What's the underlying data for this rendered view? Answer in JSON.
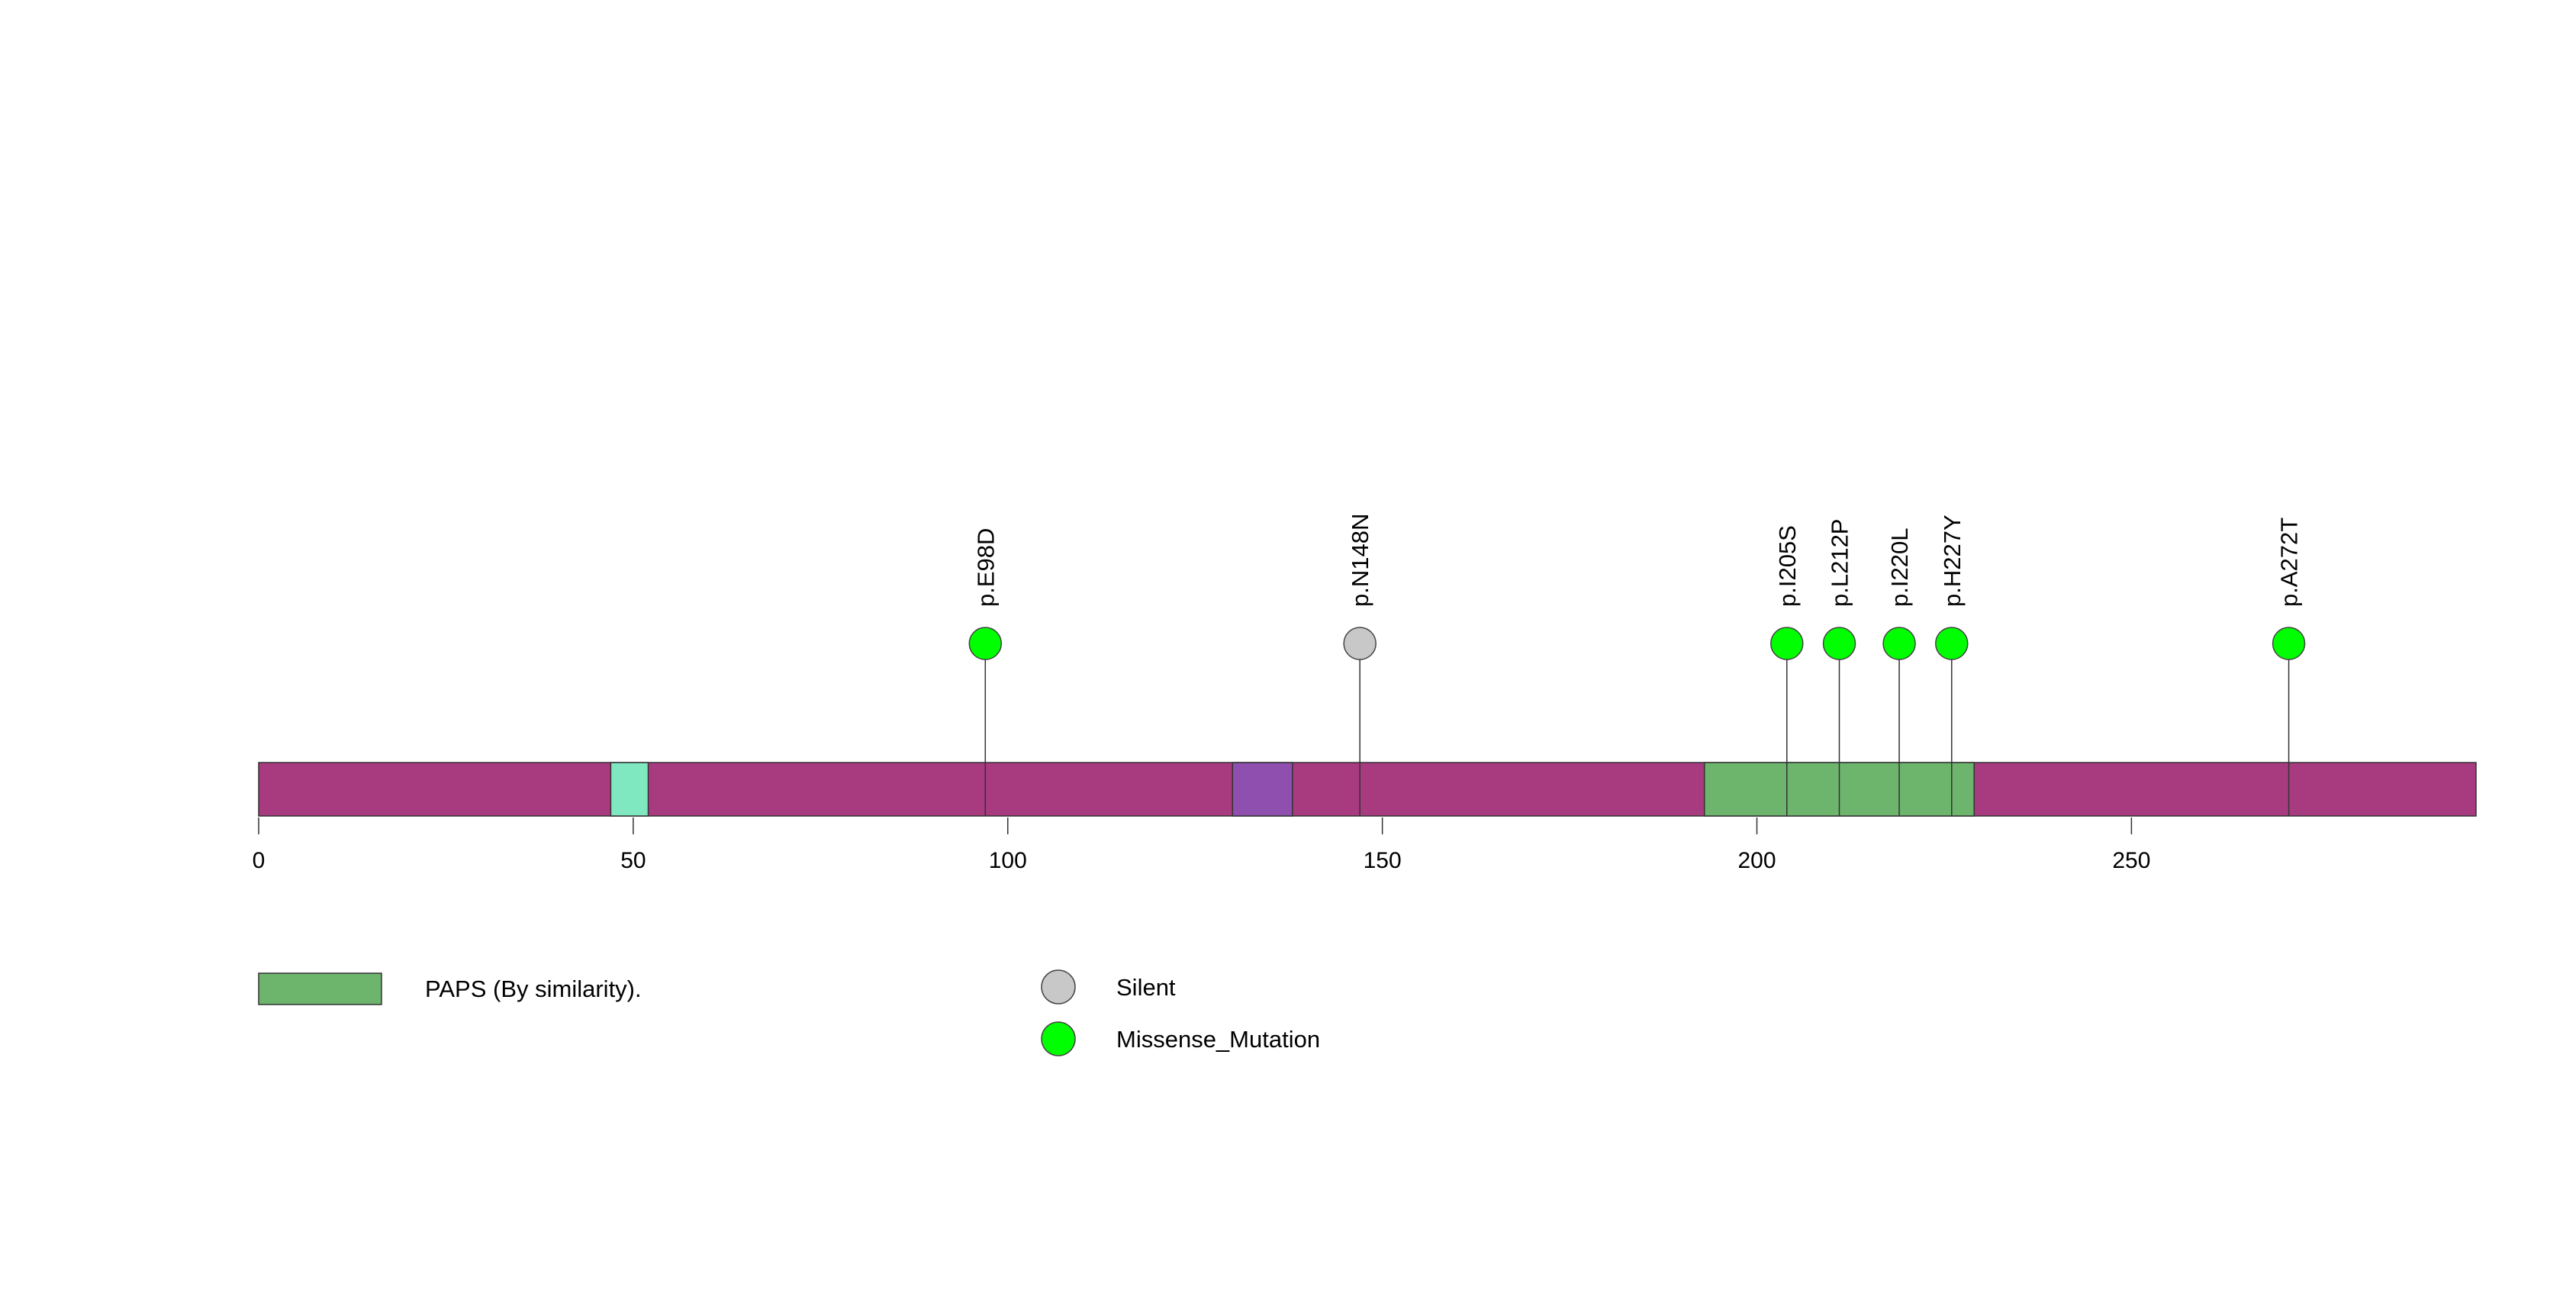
{
  "chart_data": {
    "type": "lollipop",
    "protein_length": 296,
    "x_ticks": [
      0,
      50,
      100,
      150,
      200,
      250
    ],
    "backbone_color": "#a83a80",
    "domains": [
      {
        "start": 47,
        "end": 52,
        "color": "#7fe8c0"
      },
      {
        "start": 130,
        "end": 138,
        "color": "#8e4fae"
      },
      {
        "start": 193,
        "end": 229,
        "color": "#6db56d",
        "name": "PAPS (By similarity)."
      }
    ],
    "mutations": [
      {
        "label": "p.E98D",
        "position": 97,
        "type": "Missense_Mutation",
        "count": 1
      },
      {
        "label": "p.N148N",
        "position": 147,
        "type": "Silent",
        "count": 1
      },
      {
        "label": "p.I205S",
        "position": 204,
        "type": "Missense_Mutation",
        "count": 1
      },
      {
        "label": "p.L212P",
        "position": 211,
        "type": "Missense_Mutation",
        "count": 1
      },
      {
        "label": "p.I220L",
        "position": 219,
        "type": "Missense_Mutation",
        "count": 1
      },
      {
        "label": "p.H227Y",
        "position": 226,
        "type": "Missense_Mutation",
        "count": 1
      },
      {
        "label": "p.A272T",
        "position": 271,
        "type": "Missense_Mutation",
        "count": 1
      }
    ],
    "mutation_types": [
      {
        "name": "Silent",
        "color": "#c8c8c8"
      },
      {
        "name": "Missense_Mutation",
        "color": "#00ff00"
      }
    ],
    "legend": {
      "domains": [
        {
          "label": "PAPS (By similarity).",
          "color": "#6db56d"
        }
      ],
      "mutation_types": [
        {
          "label": "Silent",
          "color": "#c8c8c8"
        },
        {
          "label": "Missense_Mutation",
          "color": "#00ff00"
        }
      ]
    },
    "grid": false
  }
}
